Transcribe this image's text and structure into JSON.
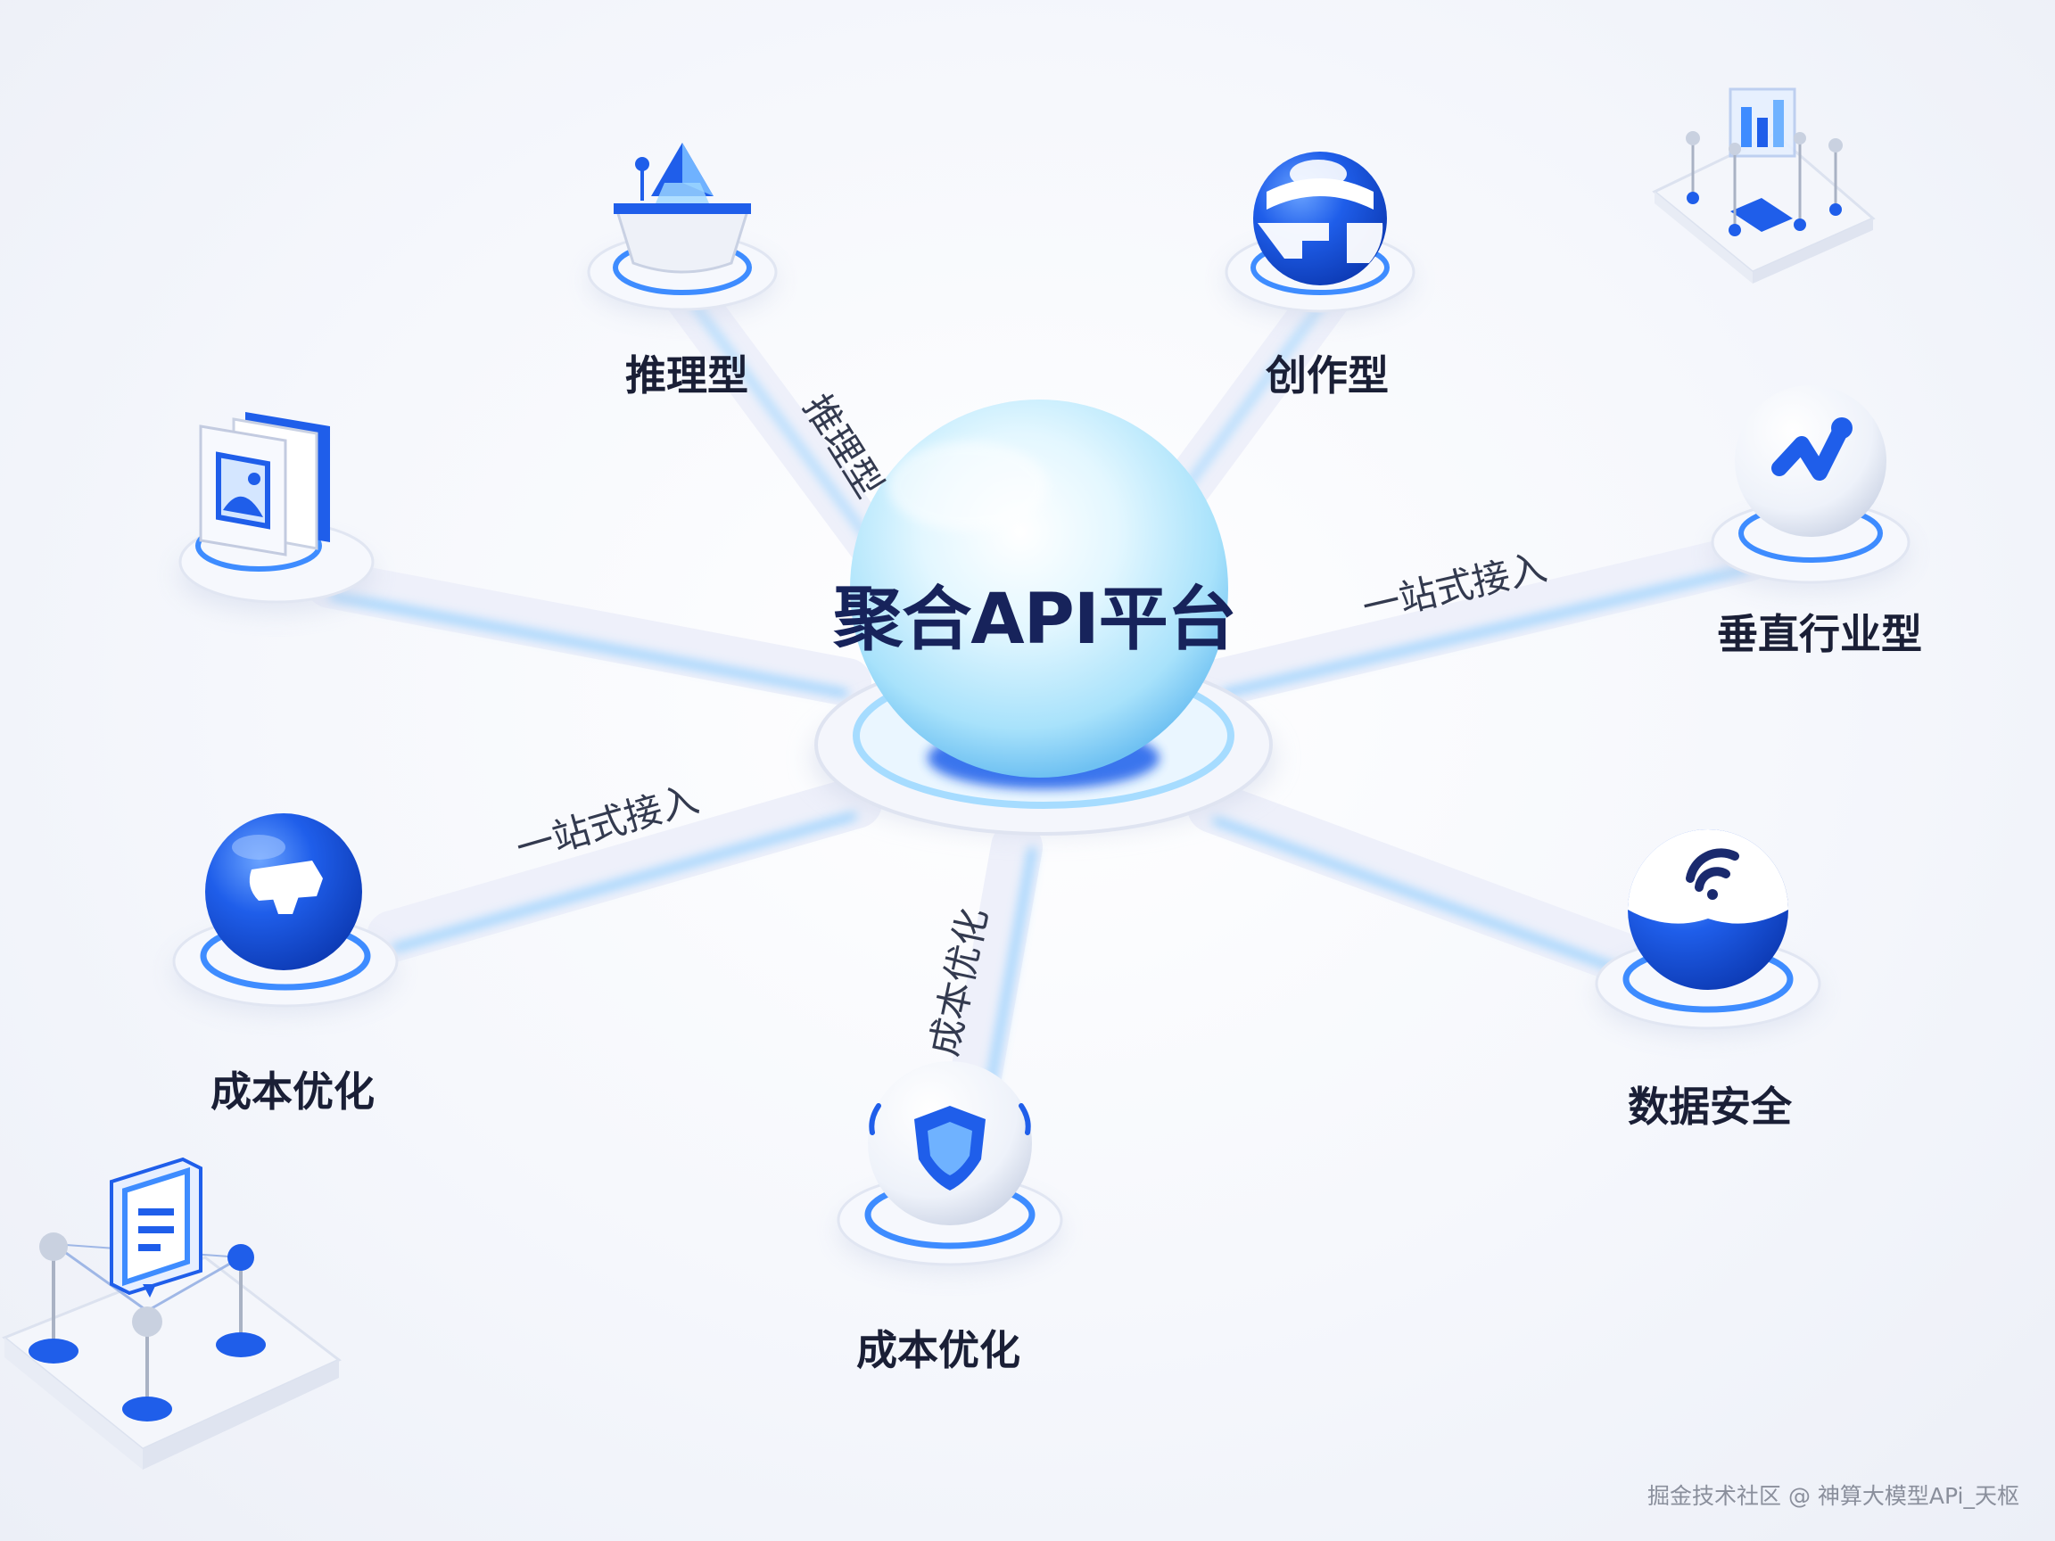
{
  "hub": {
    "title": "聚合API平台"
  },
  "nodes": {
    "reasoning": {
      "label": "推理型",
      "icon": "pyramid-icon"
    },
    "creative": {
      "label": "创作型",
      "icon": "globe-icon"
    },
    "vertical": {
      "label": "垂直行业型",
      "icon": "trend-chart-icon"
    },
    "security": {
      "label": "数据安全",
      "icon": "wifi-icon"
    },
    "cost_bottom": {
      "label": "成本优化",
      "icon": "shield-icon"
    },
    "cost_left": {
      "label": "成本优化",
      "icon": "cloud-icon"
    },
    "media": {
      "label": "",
      "icon": "image-panel-icon"
    }
  },
  "connector_labels": {
    "reasoning": "推理型",
    "vertical": "一站式接入",
    "left": "一站式接入",
    "bottom": "成本优化"
  },
  "decor": {
    "top_right": "circuit-platform-icon",
    "bottom_left": "chat-board-platform-icon"
  },
  "watermark": "掘金技术社区 @ 神算大模型APi_天枢",
  "colors": {
    "accent_blue": "#1f5eea",
    "glow_blue": "#7fc8ff",
    "text_dark": "#1a1f36",
    "hub_text": "#17235b"
  }
}
